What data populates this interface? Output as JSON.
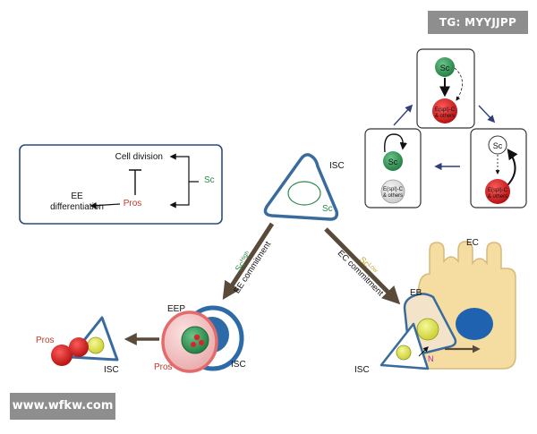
{
  "labels": {
    "cell_division": "Cell division",
    "sc_box": "Sc",
    "pros_box": "Pros",
    "ee_line1": "EE",
    "ee_line2": "differentiation",
    "isc_top": "ISC",
    "sc_top": "Sc",
    "sc_high_base": "Sc",
    "sc_high_sup": "High",
    "ee_commitment": "EE commitment",
    "sc_low_base": "Sc",
    "sc_low_sup": "Low",
    "ec_commitment": "EC commitment",
    "eep": "EEP",
    "pros_eep": "Pros",
    "isc_eep": "ISC",
    "pros_left": "Pros",
    "isc_left": "ISC",
    "eb": "EB",
    "ec": "EC",
    "isc_br": "ISC",
    "n_label": "N",
    "cycle_top_sc": "Sc",
    "cycle_top_espl1": "E(spl)-C",
    "cycle_top_espl2": "& others",
    "cycle_right_sc": "Sc",
    "cycle_right_espl1": "E(spl)-C",
    "cycle_right_espl2": "& others",
    "cycle_left_sc": "Sc",
    "cycle_left_espl1": "E(spl)-C",
    "cycle_left_espl2": "& others"
  },
  "watermarks": {
    "top": "TG: MYYJJPP",
    "bottom": "www.wfkw.com"
  },
  "colors": {
    "cell_blue": "#3a6b9e",
    "sc_green": "#2a8a4a",
    "pros_red": "#c0392b",
    "arrow_brown": "#5a4a3a",
    "ec_yellow": "#f5dca0"
  }
}
